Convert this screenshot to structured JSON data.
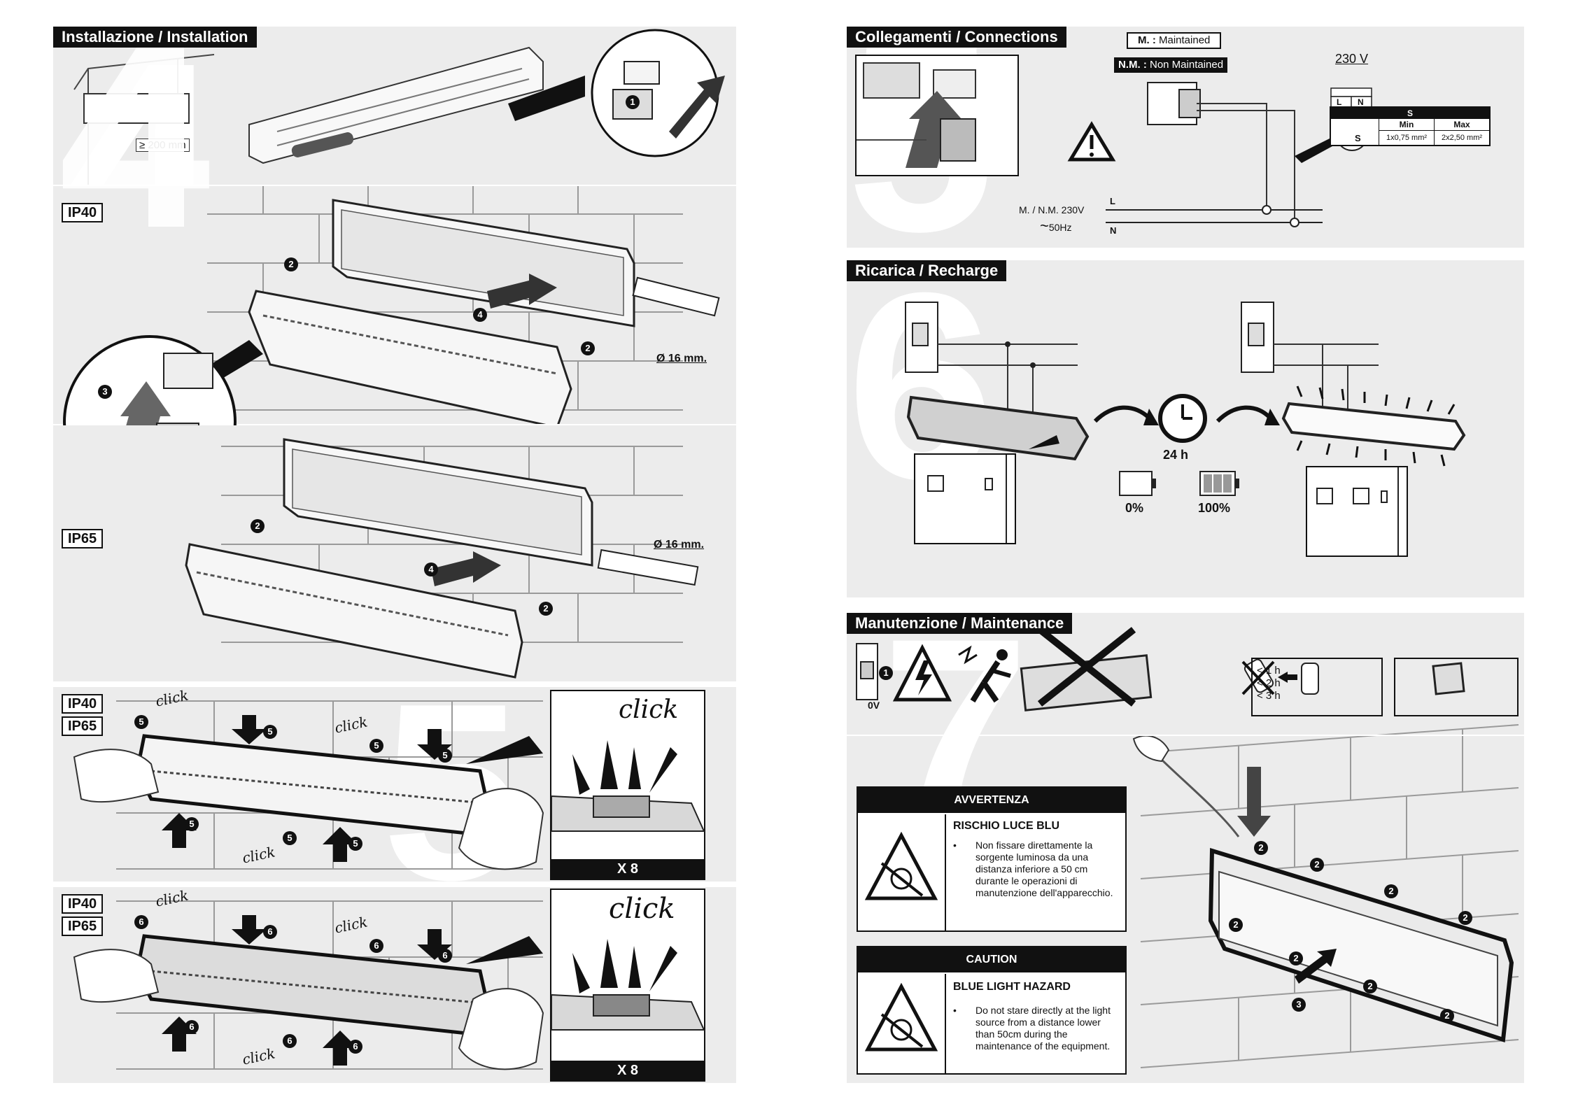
{
  "colors": {
    "panel": "#ececec",
    "ink": "#111111",
    "paper": "#ffffff",
    "brick": "#9a9a9a"
  },
  "sections": {
    "s4": {
      "number": "4",
      "title": "Installazione / Installation",
      "dist_label": "≥ 200 mm",
      "ip40": "IP40",
      "ip65": "IP65",
      "diam1": "Ø 16 mm.",
      "diam2": "Ø 16 mm."
    },
    "s5": {
      "number": "5",
      "ip40": "IP40",
      "ip65": "IP65",
      "click": "click",
      "x8": "X 8"
    },
    "s6": {
      "number": "6",
      "ip40": "IP40",
      "ip65": "IP65",
      "click": "click",
      "x8": "X 8"
    },
    "conn": {
      "number": "5",
      "title": "Collegamenti / Connections",
      "m_abbr": "M. :",
      "m_text": "Maintained",
      "nm_abbr": "N.M. :",
      "nm_text": "Non Maintained",
      "voltage": "230 V",
      "l": "L",
      "n": "N",
      "table": {
        "header": "S",
        "min": "Min",
        "max": "Max",
        "min_val": "1x0,75 mm²",
        "max_val": "2x2,50 mm²"
      },
      "supply_label": "M. / N.M. 230V",
      "freq": "50Hz",
      "wire_s": "S"
    },
    "recharge": {
      "number": "6",
      "title": "Ricarica / Recharge",
      "time": "24 h",
      "pct0": "0%",
      "pct100": "100%"
    },
    "maint": {
      "number": "7",
      "title": "Manutenzione / Maintenance",
      "ov": "0V",
      "durations": [
        "< 1 h",
        "< 2 h",
        "< 3 h"
      ]
    },
    "warning_it": {
      "title": "AVVERTENZA",
      "subtitle": "RISCHIO LUCE BLU",
      "text": "Non fissare direttamente la sorgente luminosa da una distanza inferiore a 50 cm durante le operazioni di manutenzione dell'apparecchio."
    },
    "warning_en": {
      "title": "CAUTION",
      "subtitle": "BLUE LIGHT HAZARD",
      "text": "Do not stare directly at the light source from a distance lower than 50cm during the maintenance of the equipment."
    }
  },
  "steps": {
    "n1": "1",
    "n2": "2",
    "n3": "3",
    "n4": "4",
    "n5": "5",
    "n6": "6"
  }
}
